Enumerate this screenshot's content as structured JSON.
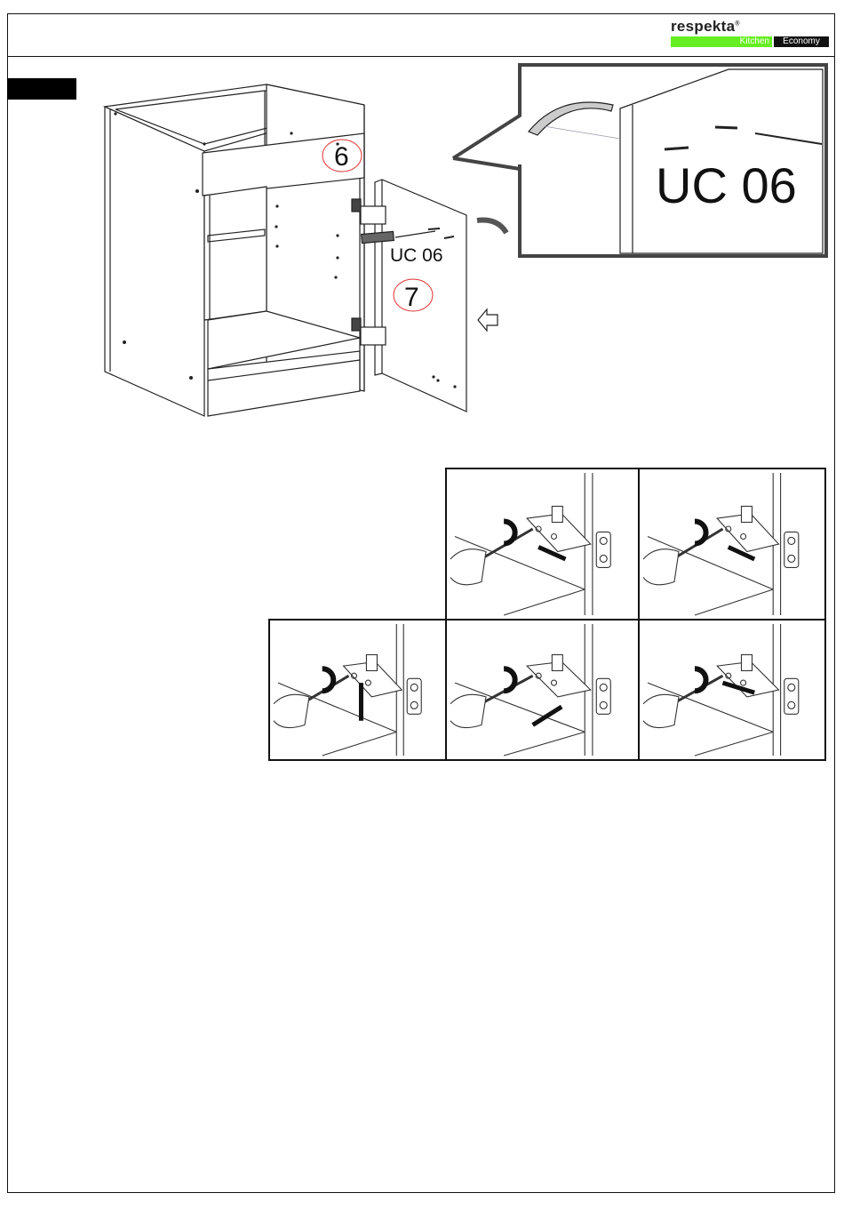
{
  "brand": {
    "name": "respekta",
    "registered_mark": "®",
    "sub_left": "Kitchen",
    "sub_right": "Economy",
    "colors": {
      "green": "#66ee22",
      "black": "#111111"
    }
  },
  "assembly": {
    "part_top": "6",
    "part_door": "7",
    "hardware_label": "UC 06",
    "zoom_label": "UC 06"
  },
  "hinge_adjustment_panels": [
    {
      "id": "top-left",
      "motion": "depth-in"
    },
    {
      "id": "top-right",
      "motion": "depth-out"
    },
    {
      "id": "bottom-left",
      "motion": "vertical"
    },
    {
      "id": "bottom-middle",
      "motion": "diagonal"
    },
    {
      "id": "bottom-right",
      "motion": "lateral"
    }
  ]
}
